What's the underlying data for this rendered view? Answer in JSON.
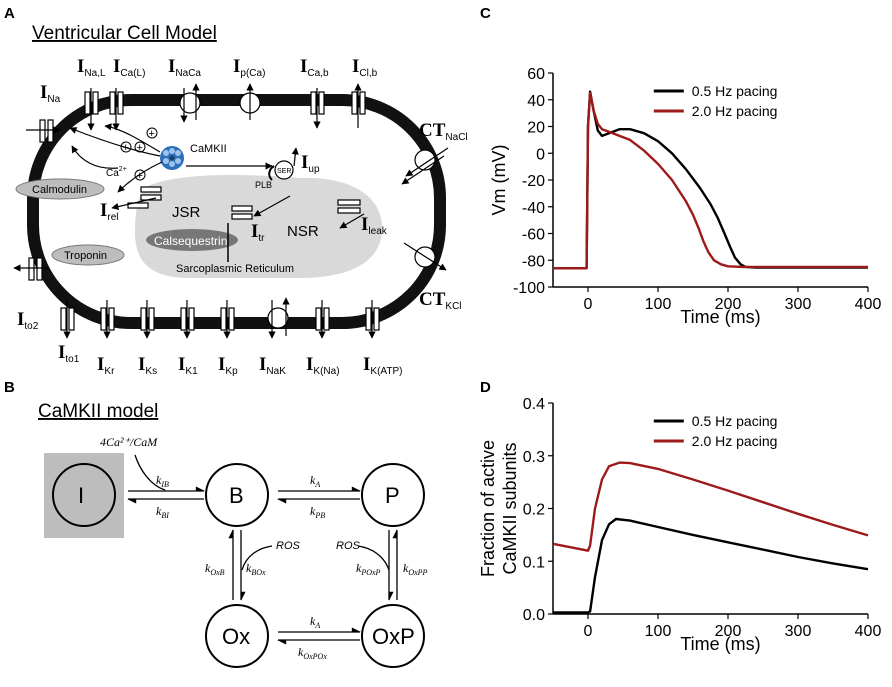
{
  "panels": {
    "A": {
      "letter": "A",
      "title": "Ventricular Cell Model",
      "currents": {
        "INa": {
          "main": "I",
          "sub": "Na"
        },
        "INaL": {
          "main": "I",
          "sub": "Na,L"
        },
        "ICaL": {
          "main": "I",
          "sub": "Ca(L)"
        },
        "INaCa": {
          "main": "I",
          "sub": "NaCa"
        },
        "IpCa": {
          "main": "I",
          "sub": "p(Ca)"
        },
        "ICab": {
          "main": "I",
          "sub": "Ca,b"
        },
        "IClb": {
          "main": "I",
          "sub": "Cl,b"
        },
        "CTNaCl": {
          "main": "CT",
          "sub": "NaCl"
        },
        "Iup": {
          "main": "I",
          "sub": "up"
        },
        "Irel": {
          "main": "I",
          "sub": "rel"
        },
        "Itr": {
          "main": "I",
          "sub": "tr"
        },
        "Ileak": {
          "main": "I",
          "sub": "leak"
        },
        "CTKCl": {
          "main": "CT",
          "sub": "KCl"
        },
        "Ito2": {
          "main": "I",
          "sub": "to2"
        },
        "Ito1": {
          "main": "I",
          "sub": "to1"
        },
        "IKr": {
          "main": "I",
          "sub": "Kr"
        },
        "IKs": {
          "main": "I",
          "sub": "Ks"
        },
        "IK1": {
          "main": "I",
          "sub": "K1"
        },
        "IKp": {
          "main": "I",
          "sub": "Kp"
        },
        "INaK": {
          "main": "I",
          "sub": "NaK"
        },
        "IKNa": {
          "main": "I",
          "sub": "K(Na)"
        },
        "IKATP": {
          "main": "I",
          "sub": "K(ATP)"
        }
      },
      "labels": {
        "camkii": "CaMKII",
        "ca": "Ca",
        "ca_sup": "2+",
        "calmodulin": "Calmodulin",
        "troponin": "Troponin",
        "calsequestrin": "Calsequestrin",
        "jsr": "JSR",
        "nsr": "NSR",
        "sr": "Sarcoplasmic Reticulum",
        "plb": "PLB",
        "serca": "SER",
        "plus": "+"
      }
    },
    "B": {
      "letter": "B",
      "title": "CaMKII model",
      "input": "4Ca²⁺/CaM",
      "ros": "ROS",
      "nodes": {
        "I": "I",
        "B": "B",
        "P": "P",
        "Ox": "Ox",
        "OxP": "OxP"
      },
      "rates": {
        "kIB": {
          "k": "k",
          "sub": "IB"
        },
        "kBI": {
          "k": "k",
          "sub": "BI"
        },
        "kA1": {
          "k": "k",
          "sub": "A"
        },
        "kPB": {
          "k": "k",
          "sub": "PB"
        },
        "kOxB": {
          "k": "k",
          "sub": "OxB"
        },
        "kBOx": {
          "k": "k",
          "sub": "BOx"
        },
        "kPOxP": {
          "k": "k",
          "sub": "POxP"
        },
        "kOxPP": {
          "k": "k",
          "sub": "OxPP"
        },
        "kA2": {
          "k": "k",
          "sub": "A"
        },
        "kOxPOx": {
          "k": "k",
          "sub": "OxPOx"
        }
      },
      "colors": {
        "I_fill": "#bdbdbd"
      }
    }
  },
  "chart_data": [
    {
      "panel": "C",
      "type": "line",
      "title": "",
      "xlabel": "Time (ms)",
      "ylabel": "Vm (mV)",
      "xlim": [
        -50,
        400
      ],
      "ylim": [
        -100,
        60
      ],
      "xticks": [
        0,
        100,
        200,
        300,
        400
      ],
      "yticks": [
        -100,
        -80,
        -60,
        -40,
        -20,
        0,
        20,
        40,
        60
      ],
      "legend_position": "top-right",
      "series": [
        {
          "name": "0.5 Hz pacing",
          "color": "#000000",
          "x": [
            -50,
            -2,
            0,
            3,
            8,
            14,
            20,
            30,
            45,
            60,
            80,
            100,
            120,
            140,
            160,
            175,
            185,
            195,
            203,
            210,
            218,
            225,
            240,
            300,
            400
          ],
          "y": [
            -86,
            -86,
            20,
            46,
            32,
            17,
            13,
            15,
            18,
            18,
            15,
            9,
            0,
            -12,
            -26,
            -38,
            -48,
            -60,
            -70,
            -78,
            -83,
            -85,
            -85.5,
            -85.5,
            -85.5
          ]
        },
        {
          "name": "2.0 Hz pacing",
          "color": "#9e1a1a",
          "x": [
            -50,
            -2,
            0,
            3,
            8,
            14,
            20,
            30,
            45,
            60,
            80,
            100,
            120,
            140,
            150,
            158,
            165,
            172,
            180,
            190,
            200,
            220,
            300,
            400
          ],
          "y": [
            -86,
            -86,
            20,
            45,
            32,
            22,
            18,
            16,
            13,
            10,
            2,
            -8,
            -20,
            -36,
            -46,
            -56,
            -66,
            -74,
            -80,
            -83,
            -84.5,
            -85,
            -85,
            -85
          ]
        }
      ]
    },
    {
      "panel": "D",
      "type": "line",
      "title": "",
      "xlabel": "Time (ms)",
      "ylabel": "Fraction of active CaMKII subunits",
      "ylabel_lines": [
        "Fraction of active",
        "CaMKII subunits"
      ],
      "xlim": [
        -50,
        400
      ],
      "ylim": [
        0,
        0.4
      ],
      "xticks": [
        0,
        100,
        200,
        300,
        400
      ],
      "yticks": [
        0.0,
        0.1,
        0.2,
        0.3,
        0.4
      ],
      "ytick_labels": [
        "0.0",
        "0.1",
        "0.2",
        "0.3",
        "0.4"
      ],
      "legend_position": "top-right",
      "series": [
        {
          "name": "0.5 Hz pacing",
          "color": "#000000",
          "x": [
            -50,
            0,
            3,
            10,
            20,
            30,
            40,
            60,
            100,
            150,
            200,
            250,
            300,
            350,
            400
          ],
          "y": [
            0.003,
            0.003,
            0.005,
            0.07,
            0.14,
            0.17,
            0.18,
            0.177,
            0.165,
            0.15,
            0.136,
            0.122,
            0.108,
            0.096,
            0.085
          ]
        },
        {
          "name": "2.0 Hz pacing",
          "color": "#9e1a1a",
          "x": [
            -50,
            0,
            3,
            10,
            20,
            30,
            45,
            60,
            100,
            150,
            200,
            250,
            300,
            350,
            400
          ],
          "y": [
            0.133,
            0.12,
            0.13,
            0.2,
            0.255,
            0.28,
            0.287,
            0.286,
            0.275,
            0.255,
            0.234,
            0.212,
            0.19,
            0.169,
            0.149
          ]
        }
      ]
    }
  ]
}
